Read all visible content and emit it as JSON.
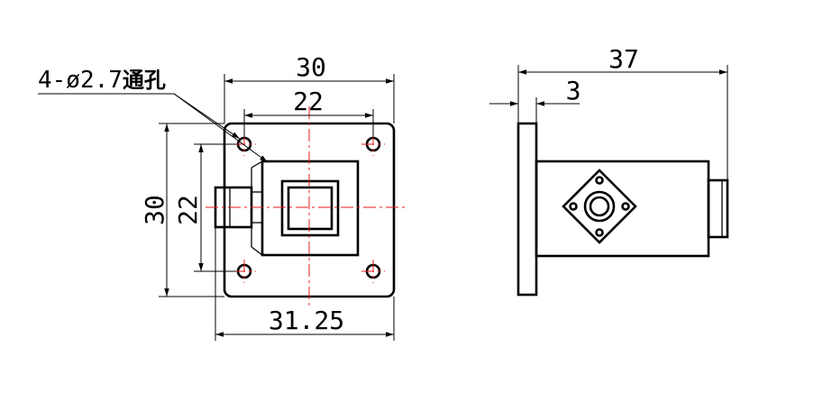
{
  "front_view": {
    "hole_note": "4-ø2.7",
    "hole_note_suffix": "通孔",
    "dim_width_outer": "30",
    "dim_width_inner": "22",
    "dim_height_outer": "30",
    "dim_height_inner": "22",
    "dim_overall_width": "31.25"
  },
  "side_view": {
    "dim_overall_length": "37",
    "dim_flange_thickness": "3"
  },
  "colors": {
    "outline": "#000000",
    "centerline": "#e8191e",
    "background": "#ffffff"
  }
}
